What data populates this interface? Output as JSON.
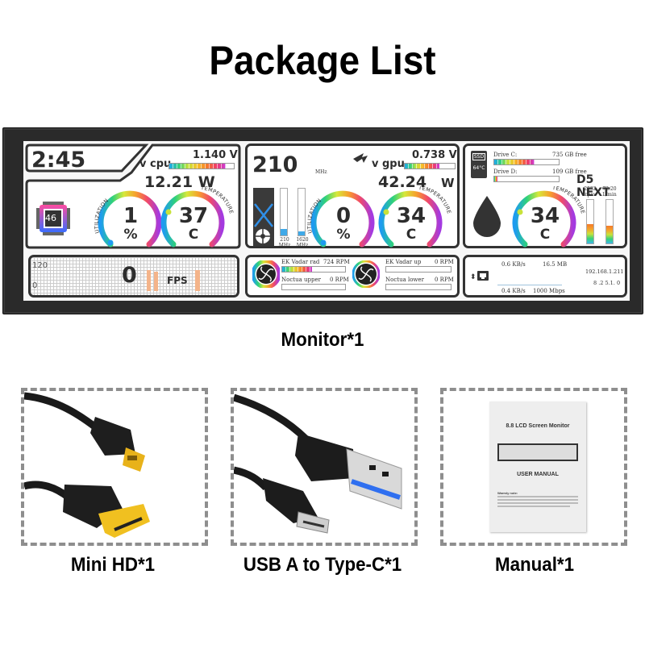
{
  "header": {
    "title": "Package List"
  },
  "monitor": {
    "caption": "Monitor*1",
    "cpu": {
      "clock": "2:45",
      "voltage_label": "v cpu",
      "voltage": "1.140 V",
      "power": "12.21 W",
      "chip_temp": "46",
      "utilization": {
        "label": "UTILIZATION",
        "value": "1",
        "unit": "%"
      },
      "temperature": {
        "label": "TEMPERATURE",
        "value": "37",
        "unit": "C"
      }
    },
    "gpu": {
      "clock": "210",
      "clock_unit": "MHz",
      "voltage_label": "v gpu",
      "voltage": "0.738 V",
      "power": "42.24",
      "power_unit": "W",
      "bar1": {
        "value": "210",
        "unit": "MHz"
      },
      "bar2": {
        "value": "1620",
        "unit": "MHz"
      },
      "utilization": {
        "label": "UTILIZATION",
        "value": "0",
        "unit": "%"
      },
      "temperature": {
        "label": "TEMPERATURE",
        "value": "34",
        "unit": "C"
      }
    },
    "storage": {
      "ssd_label": "SSD",
      "ssd_temp": "64°C",
      "drives": [
        {
          "name": "Drive C:",
          "free": "735 GB free",
          "fill_pct": 62
        },
        {
          "name": "Drive D:",
          "free": "109 GB free",
          "fill_pct": 5
        }
      ],
      "pump": {
        "title": "D5 NEXT",
        "rpm_value": "2532",
        "rpm_unit": "rpm",
        "flow_value": "72.20",
        "flow_unit": "L/min"
      },
      "temperature": {
        "label": "TEMPERATURE",
        "value": "34",
        "unit": "C"
      }
    },
    "fps": {
      "axis_max": "120",
      "axis_min": "0",
      "value": "0",
      "unit": "FPS"
    },
    "fans": [
      {
        "name": "EK Vadar rad",
        "rpm": "724 RPM",
        "fill_pct": 48
      },
      {
        "name": "Noctua upper",
        "rpm": "0 RPM",
        "fill_pct": 0
      },
      {
        "name": "EK Vadar up",
        "rpm": "0 RPM",
        "fill_pct": 0
      },
      {
        "name": "Noctua lower",
        "rpm": "0 RPM",
        "fill_pct": 0
      }
    ],
    "network": {
      "upload": "0.6 KB/s",
      "total": "16.5 MB",
      "download": "0.4 KB/s",
      "link_speed": "1000 Mbps",
      "ip": "192.168.1.211",
      "ip2": "8 .2 5.1. 0"
    }
  },
  "items": [
    {
      "caption": "Mini HD*1"
    },
    {
      "caption": "USB A to Type-C*1"
    },
    {
      "caption": "Manual*1",
      "manual_title": "8.8 LCD Screen Monitor",
      "manual_subtitle": "USER MANUAL",
      "manual_note_heading": "Warmly note:"
    }
  ],
  "colors": {
    "frame": "#2a2a2a",
    "panel_border": "#333333",
    "dash": "#8e8e8e",
    "hdmi_gold": "#e8b21a"
  }
}
